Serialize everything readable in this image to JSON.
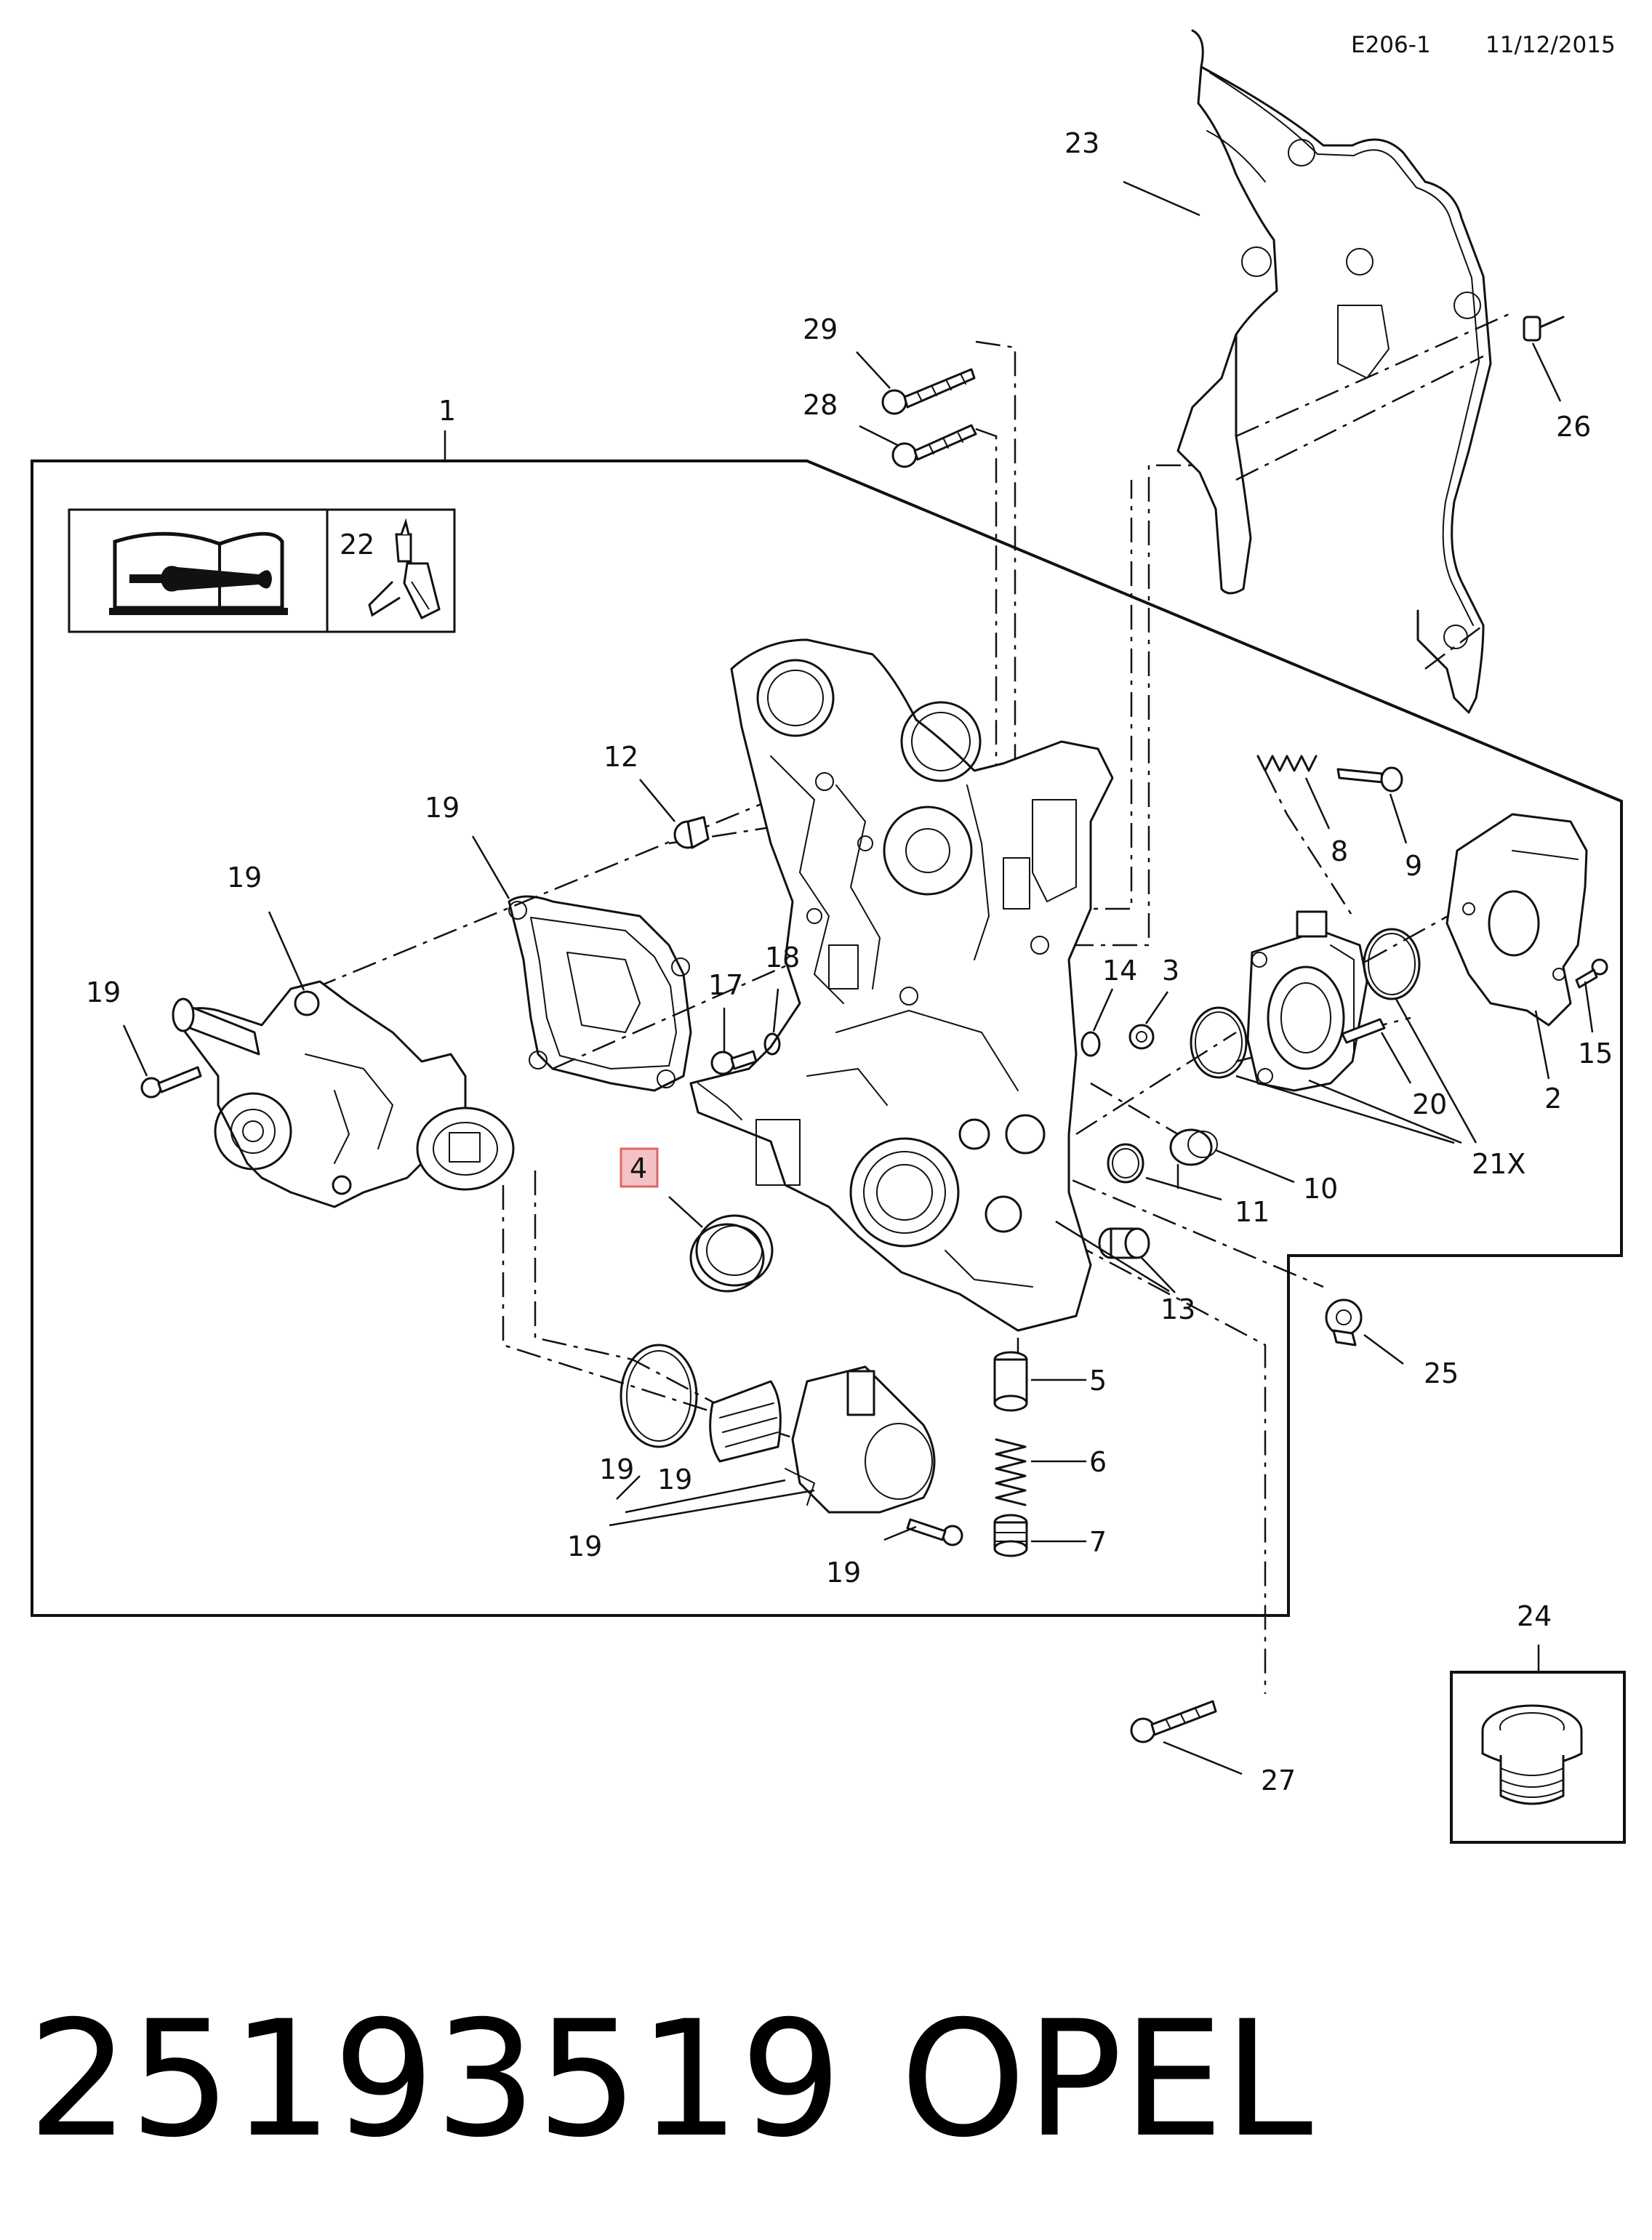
{
  "header": {
    "code": "E206-1",
    "date": "11/12/2015"
  },
  "footer": {
    "part_number": "25193519",
    "brand": "OPEL"
  },
  "callouts": {
    "c1": "1",
    "c2": "2",
    "c3": "3",
    "c4": "4",
    "c5": "5",
    "c6": "6",
    "c7": "7",
    "c8": "8",
    "c9": "9",
    "c10": "10",
    "c11": "11",
    "c12": "12",
    "c13": "13",
    "c14": "14",
    "c15": "15",
    "c17": "17",
    "c18": "18",
    "c19": "19",
    "c20": "20",
    "c21x": "21X",
    "c22": "22",
    "c23": "23",
    "c24": "24",
    "c25": "25",
    "c26": "26",
    "c27": "27",
    "c28": "28",
    "c29": "29"
  },
  "highlight": {
    "callout": "c4",
    "color": "#f4c2c2",
    "border_color": "#e06666"
  },
  "icons": {
    "manual": "repair-manual-icon",
    "sealant": "sealant-tube-icon"
  }
}
